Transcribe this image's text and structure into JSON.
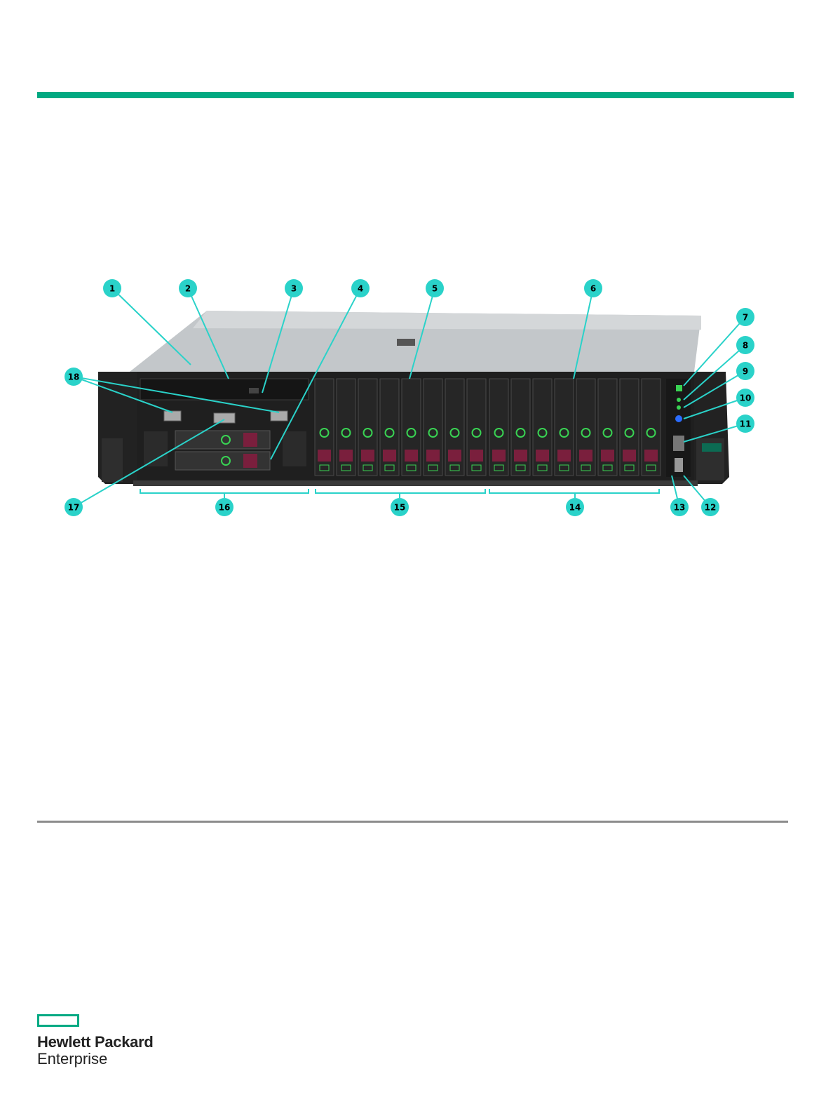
{
  "callouts": [
    "1",
    "2",
    "3",
    "4",
    "5",
    "6",
    "7",
    "8",
    "9",
    "10",
    "11",
    "12",
    "13",
    "14",
    "15",
    "16",
    "17",
    "18"
  ],
  "brand": {
    "line1": "Hewlett Packard",
    "line2": "Enterprise"
  },
  "colors": {
    "accent": "#01a982",
    "callout_fill": "#2ad2c9",
    "rule_gray": "#8c8c8c",
    "chassis_dark": "#1c1c1c",
    "chassis_top": "#bfc3c6",
    "drive_red": "#7a1f3d",
    "led_green": "#39d353",
    "led_blue": "#2b6cff"
  }
}
